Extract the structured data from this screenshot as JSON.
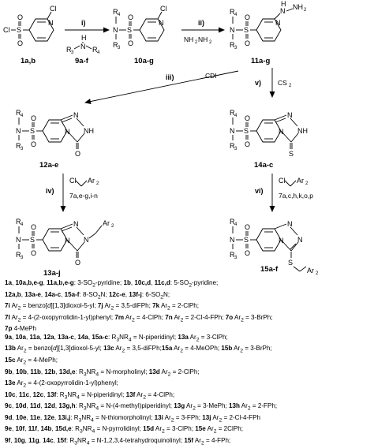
{
  "compounds": {
    "c1": {
      "label": "1a,b",
      "cl": "Cl",
      "o": "O",
      "s": "S",
      "n": "N"
    },
    "c10": {
      "label": "10a-g",
      "cl": "Cl",
      "r3": "R",
      "r3sub": "3",
      "r4": "R",
      "r4sub": "4",
      "o": "O",
      "s": "S",
      "n": "N"
    },
    "c11": {
      "label": "11a-g",
      "r3": "R",
      "r3sub": "3",
      "r4": "R",
      "r4sub": "4",
      "o": "O",
      "s": "S",
      "n": "N",
      "nh": "N",
      "h": "H",
      "nh2": "NH",
      "nh2sub": "2"
    },
    "c9": {
      "label": "9a-f",
      "r3": "R",
      "r3sub": "3",
      "r4": "R",
      "r4sub": "4",
      "n": "N",
      "h": "H"
    },
    "c12": {
      "label": "12a-e",
      "r3": "R",
      "r3sub": "3",
      "r4": "R",
      "r4sub": "4",
      "o": "O",
      "s": "S",
      "n": "N",
      "n2": "N",
      "n3": "N",
      "nh": "NH",
      "co": "O"
    },
    "c14": {
      "label": "14a-c",
      "r3": "R",
      "r3sub": "3",
      "r4": "R",
      "r4sub": "4",
      "o": "O",
      "s": "S",
      "n": "N",
      "n2": "N",
      "n3": "N",
      "nh": "NH",
      "cs": "S"
    },
    "c13": {
      "label": "13a-j",
      "r3": "R",
      "r3sub": "3",
      "r4": "R",
      "r4sub": "4",
      "o": "O",
      "s": "S",
      "n": "N",
      "n2": "N",
      "n3": "N",
      "co": "O",
      "ar": "Ar",
      "arsub": "2"
    },
    "c15": {
      "label": "15a-f",
      "r3": "R",
      "r3sub": "3",
      "r4": "R",
      "r4sub": "4",
      "o": "O",
      "s": "S",
      "n": "N",
      "n2": "N",
      "n3": "N",
      "sx": "S",
      "ar": "Ar",
      "arsub": "2"
    }
  },
  "steps": {
    "i": {
      "label": "i)"
    },
    "ii": {
      "label": "ii)",
      "reagent": "NH",
      "reagent2": "NH",
      "reagentsub": "2"
    },
    "iii": {
      "label": "iii)",
      "reagent": "CDI"
    },
    "v": {
      "label": "v)",
      "reagent": "CS",
      "reagentsub": "2"
    },
    "iv": {
      "label": "iv)",
      "reagent_label": "7a,e-g,i-n",
      "cl": "Cl",
      "ar": "Ar",
      "arsub": "2"
    },
    "vi": {
      "label": "vi)",
      "reagent_label": "7a,c,h,k,o,p",
      "cl": "Cl",
      "ar": "Ar",
      "arsub": "2"
    }
  },
  "legend": [
    "<b>1a</b>, <b>10a,b,e-g</b>, <b>11a,b,e-g</b>: 3-SO<sub>2</sub>-pyridine; <b>1b</b>, <b>10c,d</b>, <b>11c,d</b>: 5-SO<sub>2</sub>-pyridine;",
    "<b>12a,b</b>, <b>13a-e</b>, <b>14a-c</b>, <b>15a-f</b>: 8-SO<sub>2</sub>N; <b>12c-e</b>, <b>13f-j</b>: 6-SO<sub>2</sub>N;",
    "<b>7i</b> Ar<sub>2</sub> = benzo[<i>d</i>][1,3]dioxol-5-yl; <b>7j</b> Ar<sub>2</sub> = 3,5-diFPh; <b>7k</b> Ar<sub>2</sub> = 2-ClPh;",
    "<b>7l</b> Ar<sub>2</sub> = 4-(2-oxopyrrolidin-1-yl)phenyl; <b>7m</b> Ar<sub>2</sub> = 4-ClPh; <b>7n</b> Ar<sub>2</sub> = 2-Cl-4-FPh; <b>7o</b> Ar<sub>2</sub> = 3-BrPh;",
    "<b>7p</b> 4-MePh",
    "<b>9a</b>, <b>10a</b>, <b>11a</b>, <b>12a</b>, <b>13a-c</b>, <b>14a</b>, <b>15a-c</b>: R<sub>3</sub>NR<sub>4</sub> = N-piperidinyl; <b>13a</b> Ar<sub>2</sub> = 3-ClPh;",
    "<b>13b</b> Ar<sub>2</sub> = benzo[<i>d</i>][1,3]dioxol-5-yl; <b>13c</b> Ar<sub>2</sub> = 3,5-diFPh;<b>15a</b> Ar<sub>2</sub> = 4-MeOPh; <b>15b</b> Ar<sub>2</sub> = 3-BrPh;",
    "<b>15c</b> Ar<sub>2</sub> = 4-MePh;",
    "<b>9b</b>, <b>10b</b>, <b>11b</b>, <b>12b</b>, <b>13d,e</b>: R<sub>3</sub>NR<sub>4</sub> = N-morpholinyl; <b>13d</b> Ar<sub>2</sub> = 2-ClPh;",
    "<b>13e</b> Ar<sub>2</sub> = 4-(2-oxopyrrolidin-1-yl)phenyl;",
    "<b>10c</b>, <b>11c</b>, <b>12c</b>, <b>13f</b>: R<sub>3</sub>NR<sub>4</sub> = N-piperidinyl; <b>13f</b> Ar<sub>2</sub> = 4-ClPh;",
    "<b>9c</b>, <b>10d</b>, <b>11d</b>, <b>12d</b>, <b>13g,h</b>: R<sub>3</sub>NR<sub>4</sub> = N-(4-methyl)piperidinyl; <b>13g</b> Ar<sub>2</sub> = 3-MePh; <b>13h</b> Ar<sub>2</sub> = 2-FPh;",
    "<b>9d</b>, <b>10e</b>, <b>11e</b>, <b>12e</b>, <b>13i,j</b>: R<sub>3</sub>NR<sub>4</sub> = N-thiomorpholinyl; <b>13i</b> Ar<sub>2</sub> = 3-FPh; <b>13j</b> Ar<sub>2</sub> = 2-Cl-4-FPh",
    "<b>9e</b>, <b>10f</b>, <b>11f</b>, <b>14b</b>, <b>15d,e</b>: R<sub>3</sub>NR<sub>4</sub> = N-pyrrolidinyl; <b>15d</b> Ar<sub>2</sub> = 3-ClPh; <b>15e</b> Ar<sub>2</sub> = 2ClPh;",
    "<b>9f</b>, <b>10g</b>, <b>11g</b>, <b>14c</b>, <b>15f</b>: R<sub>3</sub>NR<sub>4</sub> = N-1,2,3,4-tetrahydroquinolinyl; <b>15f</b> Ar<sub>2</sub> = 4-FPh;"
  ]
}
